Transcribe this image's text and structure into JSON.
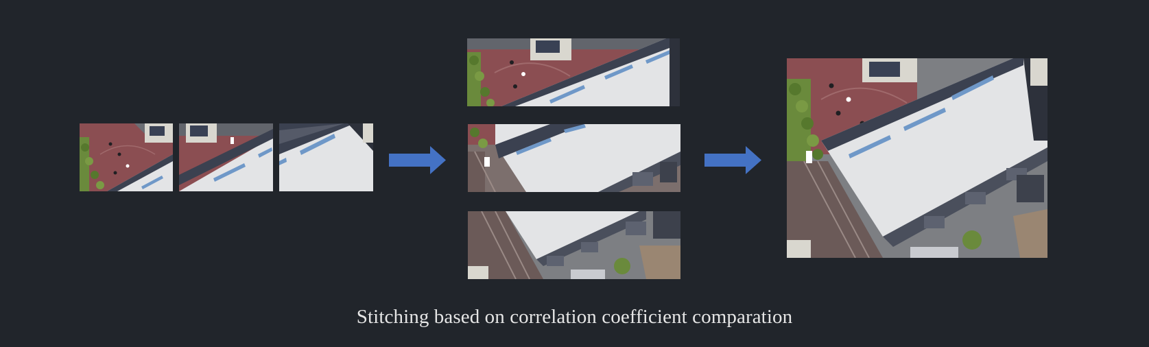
{
  "caption": "Stitching based on correlation coefficient comparation",
  "colors": {
    "background": "#21252b",
    "arrow": "#4472c4",
    "caption": "#e6e6e6",
    "roof": "#e3e4e6",
    "plaza": "#8b4e52",
    "skylight": "#6f98c8",
    "trees": "#6a8a3c",
    "road": "#7c6f6d",
    "building_edge": "#4a4f5c"
  },
  "stages": [
    {
      "name": "input-tiles",
      "tile_count": 3
    },
    {
      "name": "vertical-strips",
      "tile_count": 3
    },
    {
      "name": "stitched-result",
      "tile_count": 1
    }
  ]
}
